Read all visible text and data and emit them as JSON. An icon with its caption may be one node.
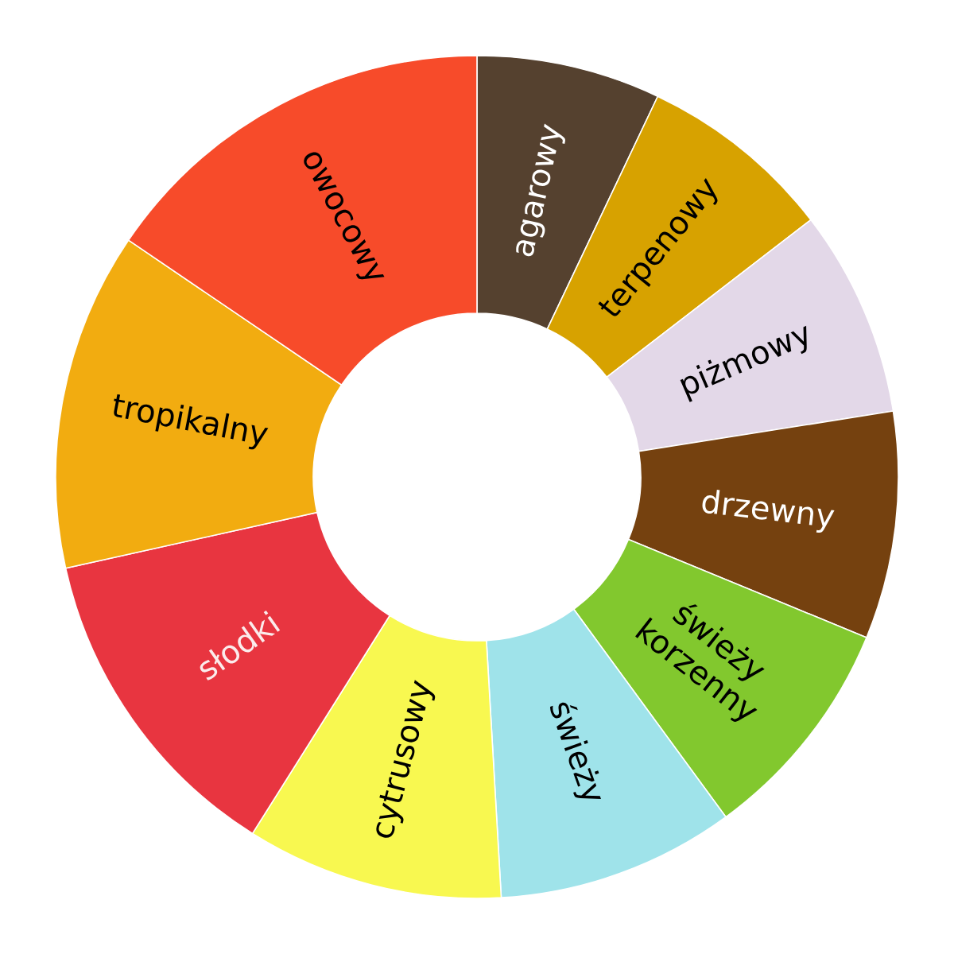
{
  "diagram": {
    "nodes": [
      {
        "text": [
          "agarowy"
        ]
      },
      {
        "text": [
          "terpenowy"
        ]
      },
      {
        "text": [
          "piżmowy"
        ]
      },
      {
        "text": [
          "drzewny"
        ]
      },
      {
        "text": [
          "świeży korzenny"
        ]
      },
      {
        "text": [
          "świeży"
        ]
      },
      {
        "text": [
          "cytrusowy"
        ]
      },
      {
        "text": [
          "słodki"
        ]
      },
      {
        "text": [
          "tropikalny"
        ]
      },
      {
        "text": [
          "owocowy"
        ]
      }
    ]
  }
}
